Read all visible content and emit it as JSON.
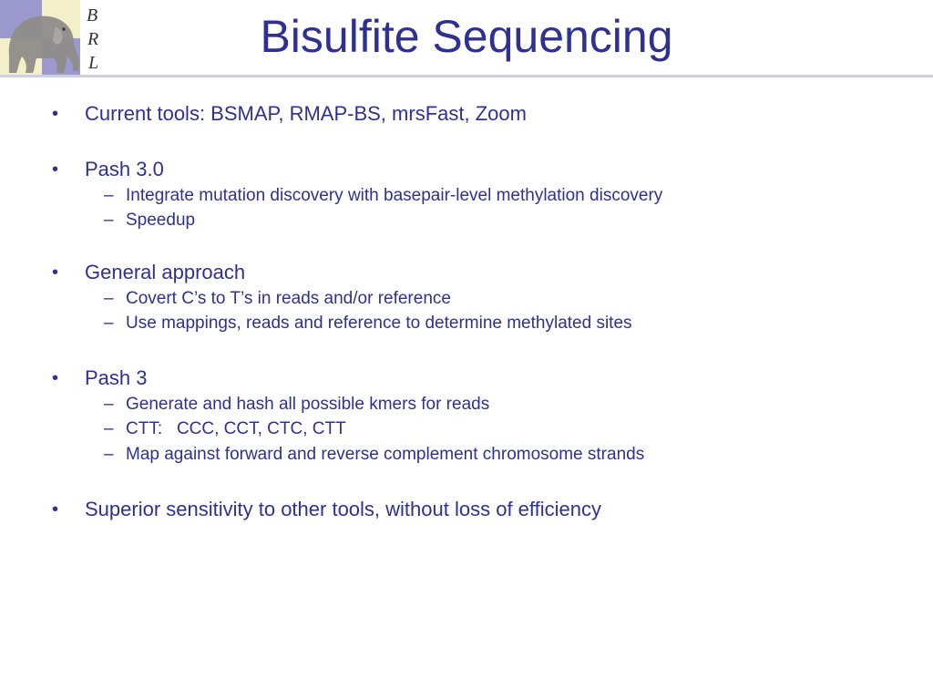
{
  "slide": {
    "title": "Bisulfite Sequencing",
    "logo_letters": [
      "B",
      "R",
      "L"
    ],
    "bullets": [
      {
        "text": "Current tools: BSMAP, RMAP-BS, mrsFast, Zoom",
        "sub": []
      },
      {
        "text": "Pash 3.0",
        "sub": [
          "Integrate mutation discovery with basepair-level methylation discovery",
          "Speedup"
        ]
      },
      {
        "text": "General approach",
        "sub": [
          "Covert C’s to T’s in reads and/or reference",
          "Use mappings, reads and reference to determine methylated sites"
        ]
      },
      {
        "text": "Pash 3",
        "sub": [
          "Generate and hash all possible kmers for reads",
          "CTT:   CCC, CCT, CTC, CTT",
          "Map against forward and reverse complement chromosome strands"
        ]
      },
      {
        "text": "Superior sensitivity to other tools, without loss of efficiency",
        "sub": []
      }
    ],
    "bullet_marker": "•",
    "sub_marker": "–"
  },
  "colors": {
    "text": "#2E3192",
    "rule": "#CFCFE6",
    "logo_light": "#F3EFC8",
    "logo_purple": "#9C99CF",
    "logo_grey": "#8F8C8A"
  },
  "icons": {
    "logo": "brl-elephant-logo"
  }
}
